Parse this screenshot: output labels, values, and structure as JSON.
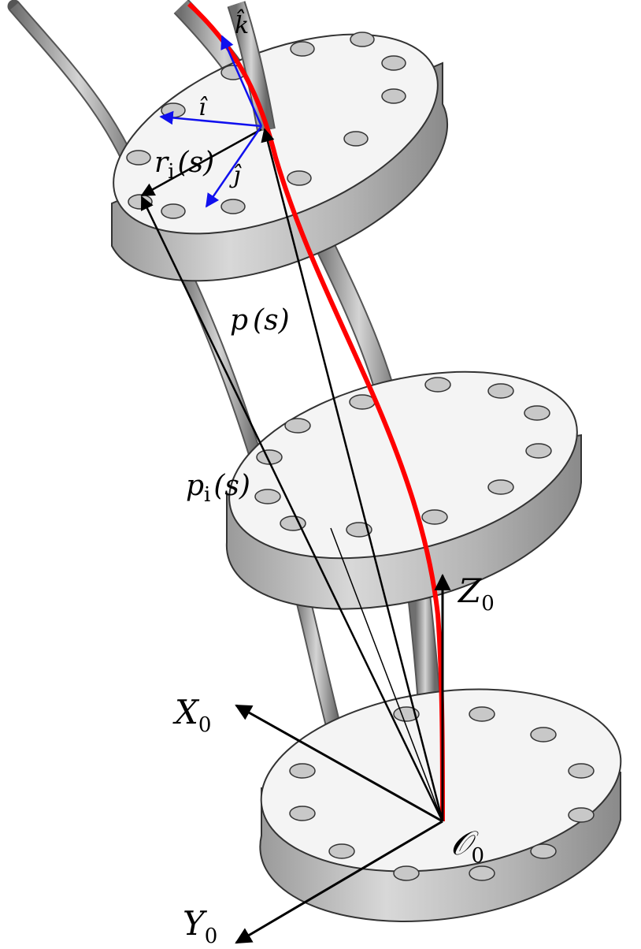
{
  "labels": {
    "k_hat": "k̂",
    "i_hat": "î",
    "j_hat": "ĵ",
    "r_i": "r",
    "r_i_sub": "i",
    "r_i_arg": "(s)",
    "p": "p",
    "p_arg": "(s)",
    "p_i": "p",
    "p_i_sub": "i",
    "p_i_arg": "(s)",
    "z0": "Z",
    "z0_sub": "0",
    "x0": "X",
    "x0_sub": "0",
    "y0": "Y",
    "y0_sub": "0",
    "origin": "𝒪",
    "origin_sub": "0"
  },
  "colors": {
    "backbone": "#ff0000",
    "frame_vectors": "#1010ee",
    "vectors": "#000000",
    "disk_top": "#f4f4f4",
    "disk_side": "#bdbdbd",
    "rod": "#8c8c8c"
  }
}
